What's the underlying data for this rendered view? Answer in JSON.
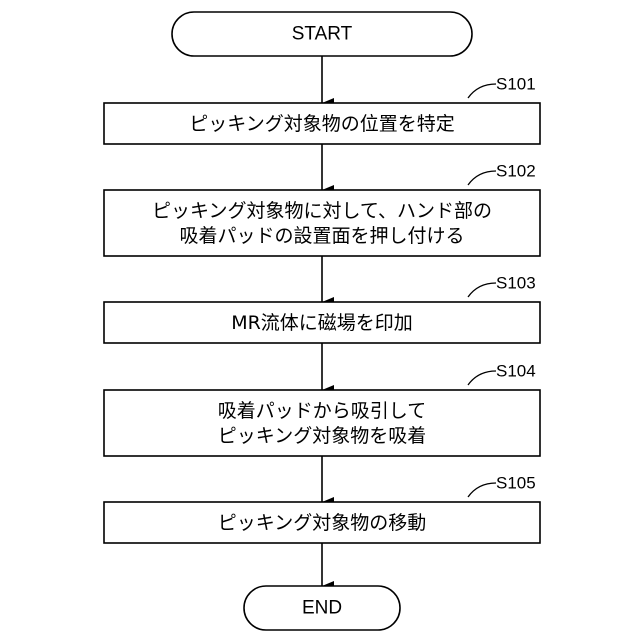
{
  "colors": {
    "stroke": "#000000",
    "fill": "#ffffff",
    "text": "#000000"
  },
  "flowchart": {
    "start_label": "START",
    "end_label": "END",
    "steps": [
      {
        "id": "S101",
        "lines": [
          "ピッキング対象物の位置を特定"
        ]
      },
      {
        "id": "S102",
        "lines": [
          "ピッキング対象物に対して、ハンド部の",
          "吸着パッドの設置面を押し付ける"
        ]
      },
      {
        "id": "S103",
        "lines": [
          "MR流体に磁場を印加"
        ]
      },
      {
        "id": "S104",
        "lines": [
          "吸着パッドから吸引して",
          "ピッキング対象物を吸着"
        ]
      },
      {
        "id": "S105",
        "lines": [
          "ピッキング対象物の移動"
        ]
      }
    ]
  }
}
